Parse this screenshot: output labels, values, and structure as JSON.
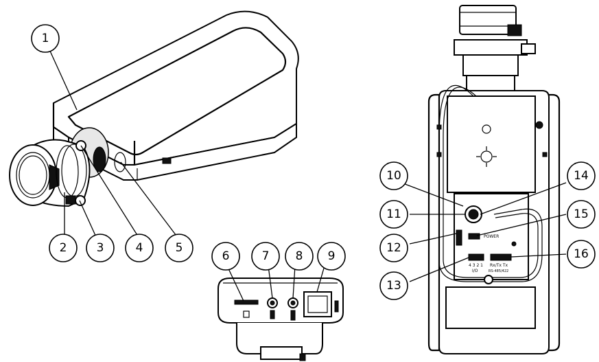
{
  "callouts": [
    {
      "id": "1",
      "label": "1"
    },
    {
      "id": "2",
      "label": "2"
    },
    {
      "id": "3",
      "label": "3"
    },
    {
      "id": "4",
      "label": "4"
    },
    {
      "id": "5",
      "label": "5"
    },
    {
      "id": "6",
      "label": "6"
    },
    {
      "id": "7",
      "label": "7"
    },
    {
      "id": "8",
      "label": "8"
    },
    {
      "id": "9",
      "label": "9"
    },
    {
      "id": "10",
      "label": "10"
    },
    {
      "id": "11",
      "label": "11"
    },
    {
      "id": "12",
      "label": "12"
    },
    {
      "id": "13",
      "label": "13"
    },
    {
      "id": "14",
      "label": "14"
    },
    {
      "id": "15",
      "label": "15"
    },
    {
      "id": "16",
      "label": "16"
    }
  ],
  "device_labels": {
    "power": "POWER",
    "io_pins": "4  3  2  1",
    "io": "I/O",
    "rs_header": "Rx/Tx  Tx",
    "rs_sub": "RS-485/422"
  },
  "colors": {
    "line": "#000000",
    "background": "#ffffff"
  }
}
